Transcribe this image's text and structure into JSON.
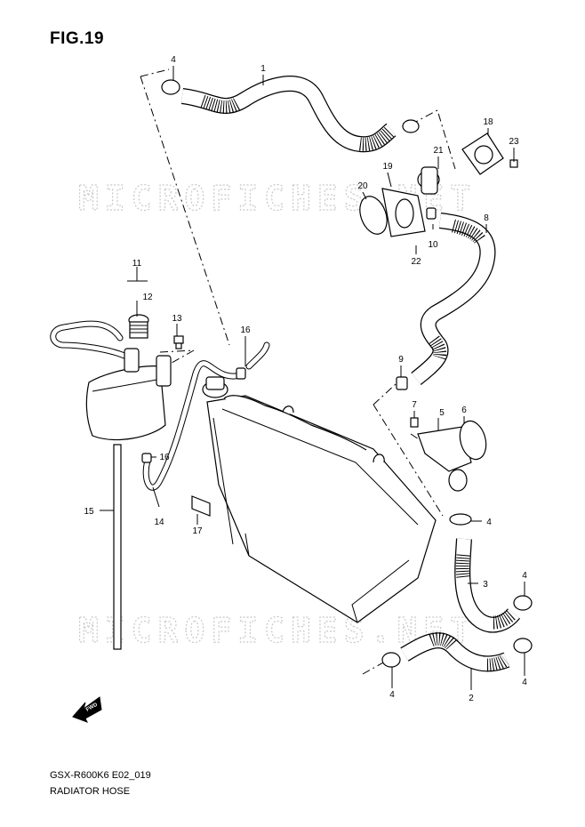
{
  "figure_title": "FIG.19",
  "model_code": "GSX-R600K6 E02_019",
  "caption": "RADIATOR HOSE",
  "watermark_text": "MICROFICHES.NET",
  "fwd_label": "FWD",
  "callouts": {
    "c1": "1",
    "c2": "2",
    "c3": "3",
    "c4a": "4",
    "c4b": "4",
    "c4c": "4",
    "c4d": "4",
    "c4e": "4",
    "c5": "5",
    "c6": "6",
    "c7": "7",
    "c8": "8",
    "c9": "9",
    "c10": "10",
    "c11": "11",
    "c12": "12",
    "c13": "13",
    "c14": "14",
    "c15": "15",
    "c16a": "16",
    "c16b": "16",
    "c17": "17",
    "c18": "18",
    "c19": "19",
    "c20": "20",
    "c21": "21",
    "c22": "22",
    "c23": "23"
  }
}
